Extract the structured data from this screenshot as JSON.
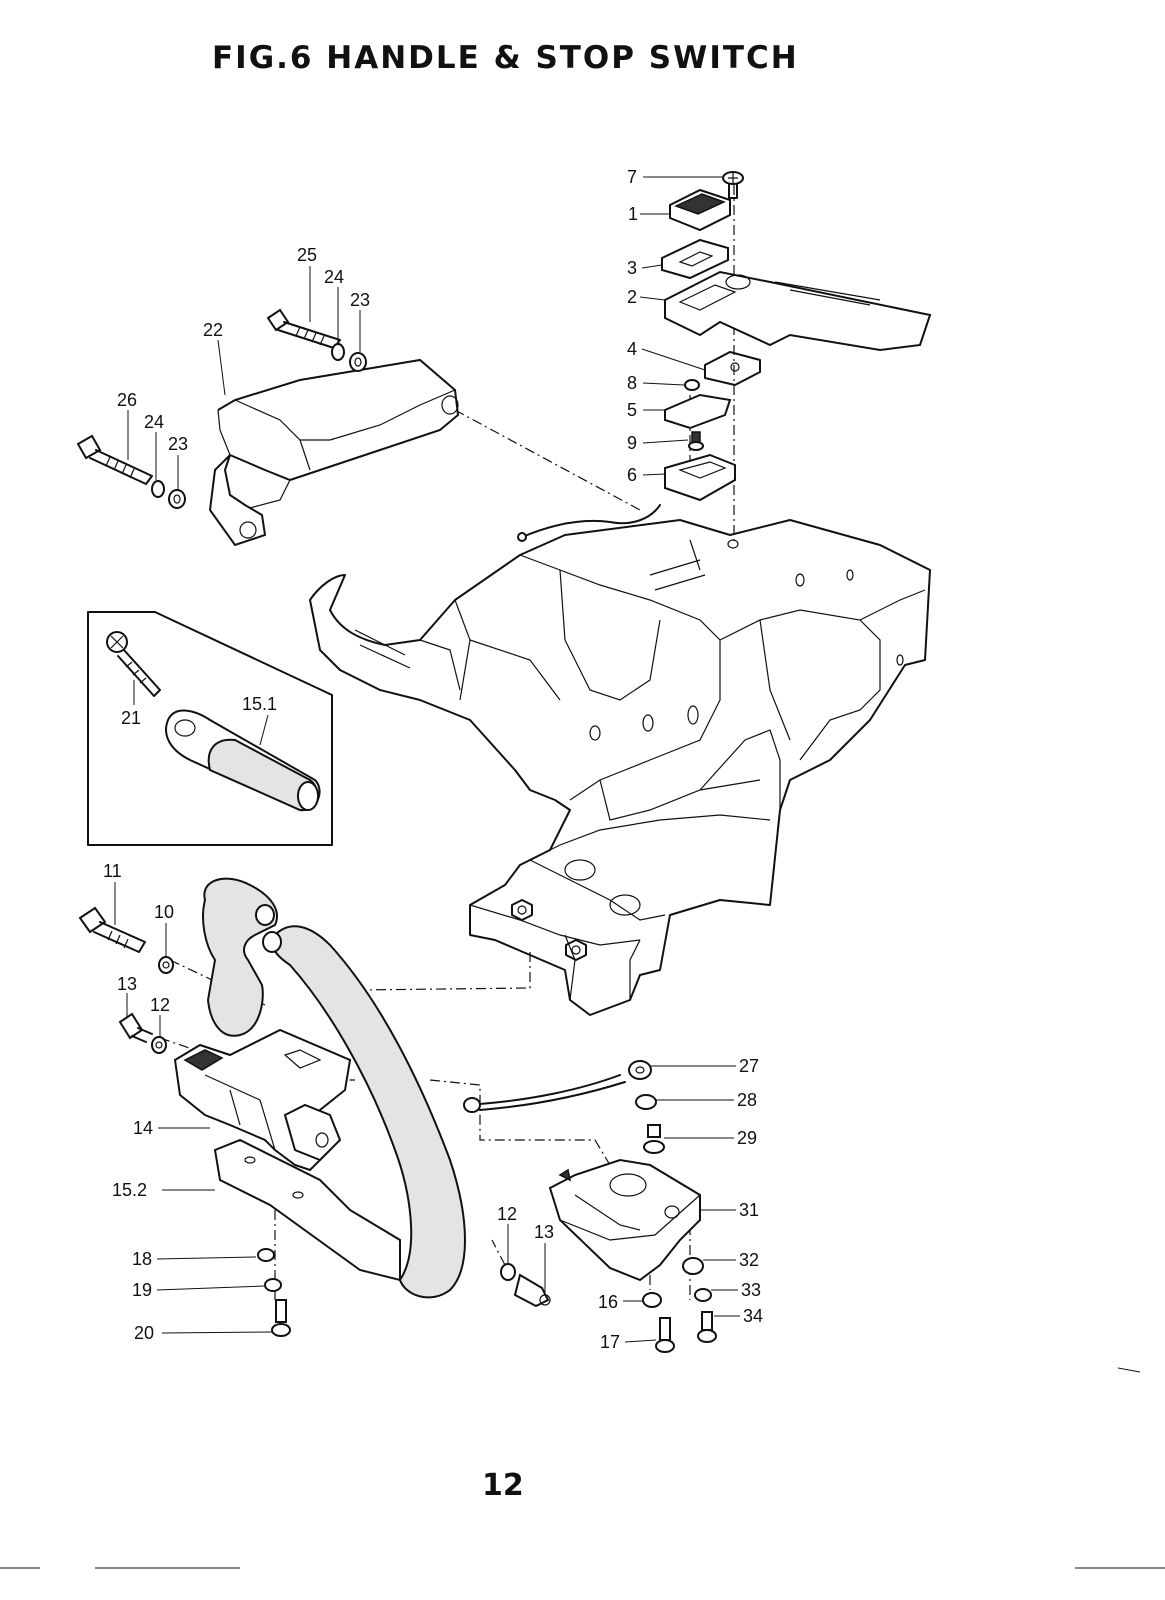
{
  "title": "FIG.6 HANDLE & STOP SWITCH",
  "page_number": "12",
  "callouts": [
    {
      "id": "c7",
      "text": "7"
    },
    {
      "id": "c1",
      "text": "1"
    },
    {
      "id": "c3",
      "text": "3"
    },
    {
      "id": "c2",
      "text": "2"
    },
    {
      "id": "c4",
      "text": "4"
    },
    {
      "id": "c8",
      "text": "8"
    },
    {
      "id": "c5",
      "text": "5"
    },
    {
      "id": "c9",
      "text": "9"
    },
    {
      "id": "c6",
      "text": "6"
    },
    {
      "id": "c25",
      "text": "25"
    },
    {
      "id": "c24a",
      "text": "24"
    },
    {
      "id": "c23a",
      "text": "23"
    },
    {
      "id": "c22",
      "text": "22"
    },
    {
      "id": "c26",
      "text": "26"
    },
    {
      "id": "c24b",
      "text": "24"
    },
    {
      "id": "c23b",
      "text": "23"
    },
    {
      "id": "c21",
      "text": "21"
    },
    {
      "id": "c151",
      "text": "15.1"
    },
    {
      "id": "c11",
      "text": "11"
    },
    {
      "id": "c10",
      "text": "10"
    },
    {
      "id": "c13a",
      "text": "13"
    },
    {
      "id": "c12a",
      "text": "12"
    },
    {
      "id": "c14",
      "text": "14"
    },
    {
      "id": "c152",
      "text": "15.2"
    },
    {
      "id": "c18",
      "text": "18"
    },
    {
      "id": "c19",
      "text": "19"
    },
    {
      "id": "c20",
      "text": "20"
    },
    {
      "id": "c12b",
      "text": "12"
    },
    {
      "id": "c13b",
      "text": "13"
    },
    {
      "id": "c27",
      "text": "27"
    },
    {
      "id": "c28",
      "text": "28"
    },
    {
      "id": "c29",
      "text": "29"
    },
    {
      "id": "c31",
      "text": "31"
    },
    {
      "id": "c16",
      "text": "16"
    },
    {
      "id": "c17",
      "text": "17"
    },
    {
      "id": "c32",
      "text": "32"
    },
    {
      "id": "c33",
      "text": "33"
    },
    {
      "id": "c34",
      "text": "34"
    }
  ]
}
